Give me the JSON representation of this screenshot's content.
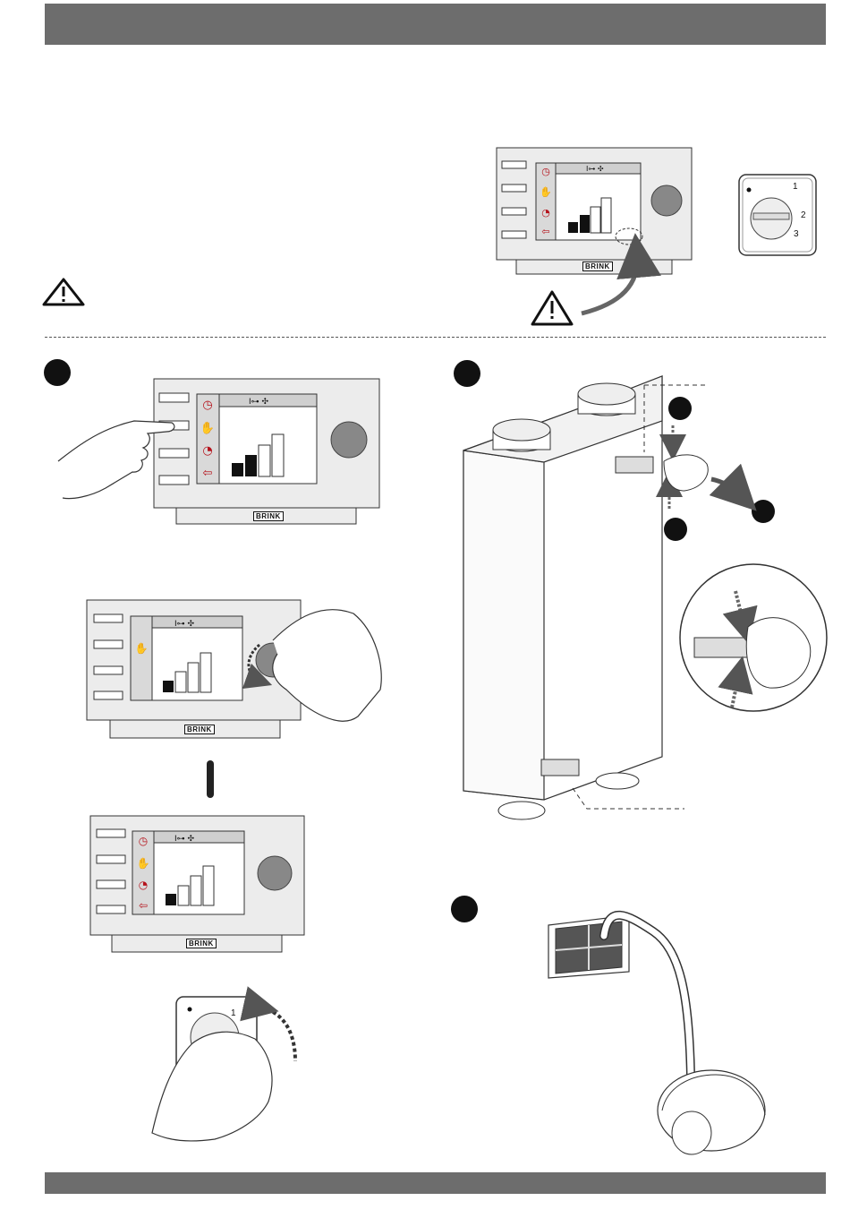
{
  "brand": "BRINK",
  "dial": {
    "pos1": "1",
    "pos2": "2",
    "pos3": "3"
  },
  "steps": [
    {
      "id": "step-1-marker"
    },
    {
      "id": "step-2-marker"
    },
    {
      "id": "step-3-marker"
    }
  ],
  "icons": [
    "warning-icon",
    "hand-icon",
    "clock-icon",
    "arrow-left-icon",
    "fan-icon",
    "key-icon"
  ],
  "colors": {
    "header_bar": "#6d6d6d",
    "accent_red": "#b5121b",
    "panel_bg": "#ececec",
    "marker": "#111111"
  }
}
